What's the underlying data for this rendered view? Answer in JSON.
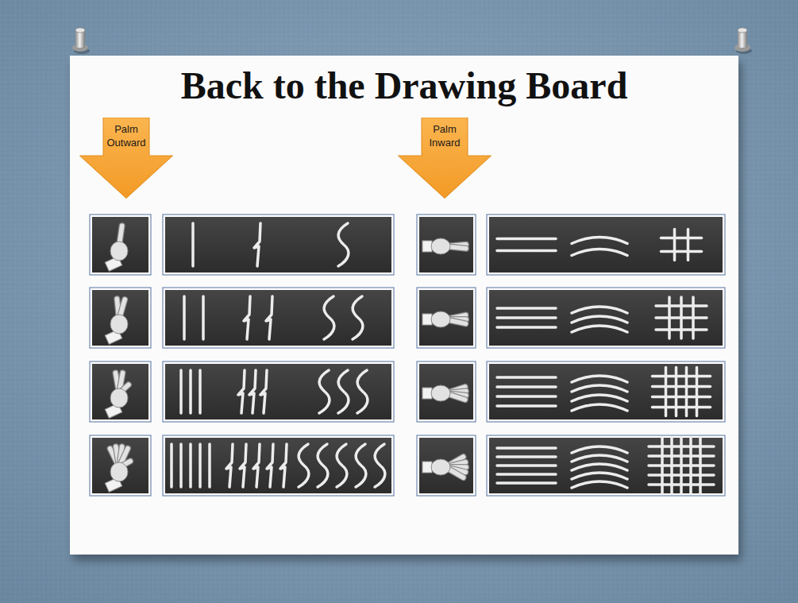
{
  "diagram": {
    "title": "Back to the Drawing Board",
    "nodes": [
      {
        "text": [
          "Palm Outward"
        ]
      },
      {
        "text": [
          "Palm Inward"
        ]
      }
    ]
  }
}
